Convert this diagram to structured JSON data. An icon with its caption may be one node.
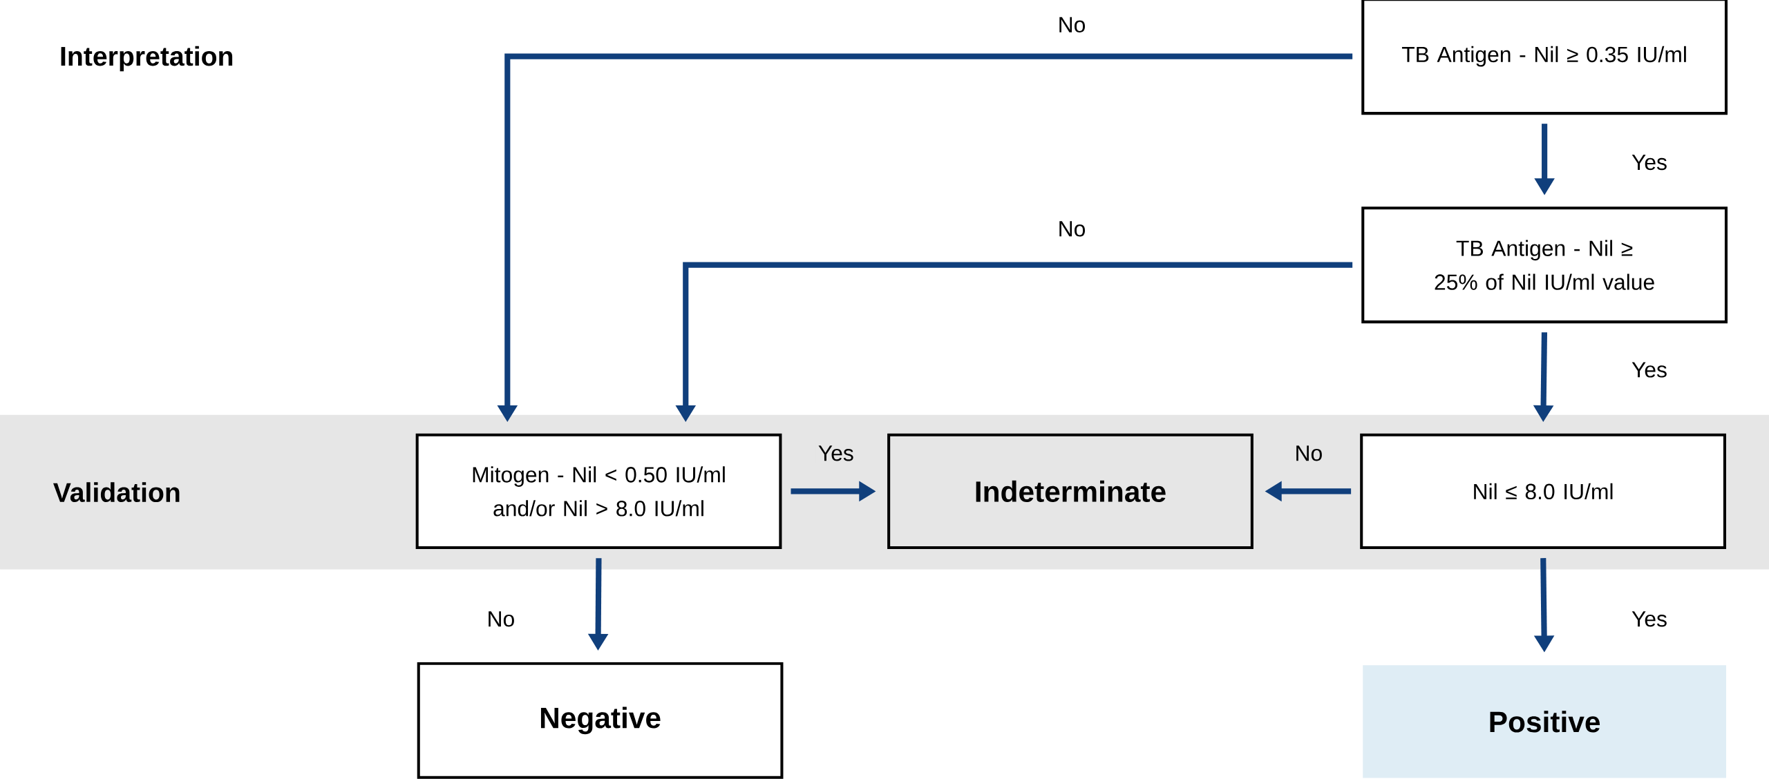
{
  "diagram": {
    "nodes": [
      {
        "text": [
          "TB Antigen - Nil ≥ 0.35 IU/ml"
        ]
      },
      {
        "text": [
          "TB Antigen - Nil ≥ 25% of Nil IU/ml value"
        ]
      },
      {
        "text": [
          "Validation"
        ]
      },
      {
        "text": [
          "Mitogen - Nil < 0.50 IU/ml and/or Nil > 8.0 IU/ml"
        ],
        "in": 2
      },
      {
        "text": [
          "Indeterminate"
        ],
        "in": 2
      },
      {
        "text": [
          "Nil ≤ 8.0 IU/ml"
        ],
        "in": 2
      },
      {
        "text": [
          "Negative"
        ]
      },
      {
        "text": [
          "Positive"
        ]
      }
    ],
    "edges": [
      {
        "from": 0,
        "to": 3,
        "arrow": "to",
        "label": "No"
      },
      {
        "from": 0,
        "to": 1,
        "arrow": "to",
        "label": "Yes"
      },
      {
        "from": 1,
        "to": 3,
        "arrow": "to",
        "label": "No"
      },
      {
        "from": 1,
        "to": 5,
        "arrow": "to",
        "label": "Yes"
      },
      {
        "from": 3,
        "to": 4,
        "arrow": "to",
        "label": "Yes"
      },
      {
        "from": 5,
        "to": 4,
        "arrow": "to",
        "label": "No"
      },
      {
        "from": 3,
        "to": 6,
        "arrow": "to",
        "label": "No"
      },
      {
        "from": 5,
        "to": 7,
        "arrow": "to",
        "label": "Yes"
      }
    ],
    "labels": [
      "Interpretation"
    ]
  }
}
